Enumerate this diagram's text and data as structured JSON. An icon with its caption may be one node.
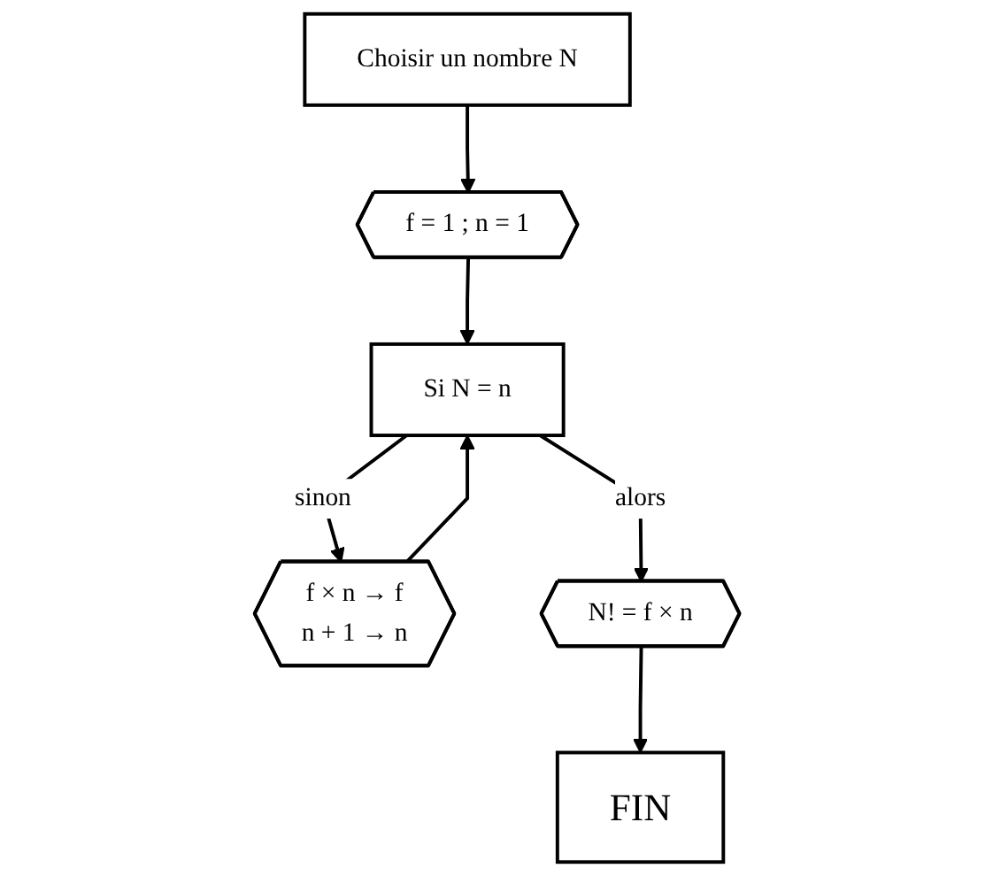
{
  "diagram": {
    "nodes": [
      {
        "text": [
          "Choisir un nombre N"
        ]
      },
      {
        "text": [
          "f = 1 ; n = 1"
        ]
      },
      {
        "text": [
          "Si N = n"
        ]
      },
      {
        "text": [
          "f × n → f",
          "n + 1 → n"
        ]
      },
      {
        "text": [
          "N! = f × n"
        ]
      },
      {
        "text": [
          "FIN"
        ]
      }
    ],
    "edges": [
      {
        "from": 0,
        "to": 1,
        "arrow": "to"
      },
      {
        "from": 1,
        "to": 2,
        "arrow": "to"
      },
      {
        "from": 2,
        "to": 3,
        "arrow": "to",
        "label": "sinon"
      },
      {
        "from": 3,
        "to": 2,
        "arrow": "to"
      },
      {
        "from": 2,
        "to": 4,
        "arrow": "to",
        "label": "alors"
      },
      {
        "from": 4,
        "to": 5,
        "arrow": "to"
      }
    ]
  }
}
